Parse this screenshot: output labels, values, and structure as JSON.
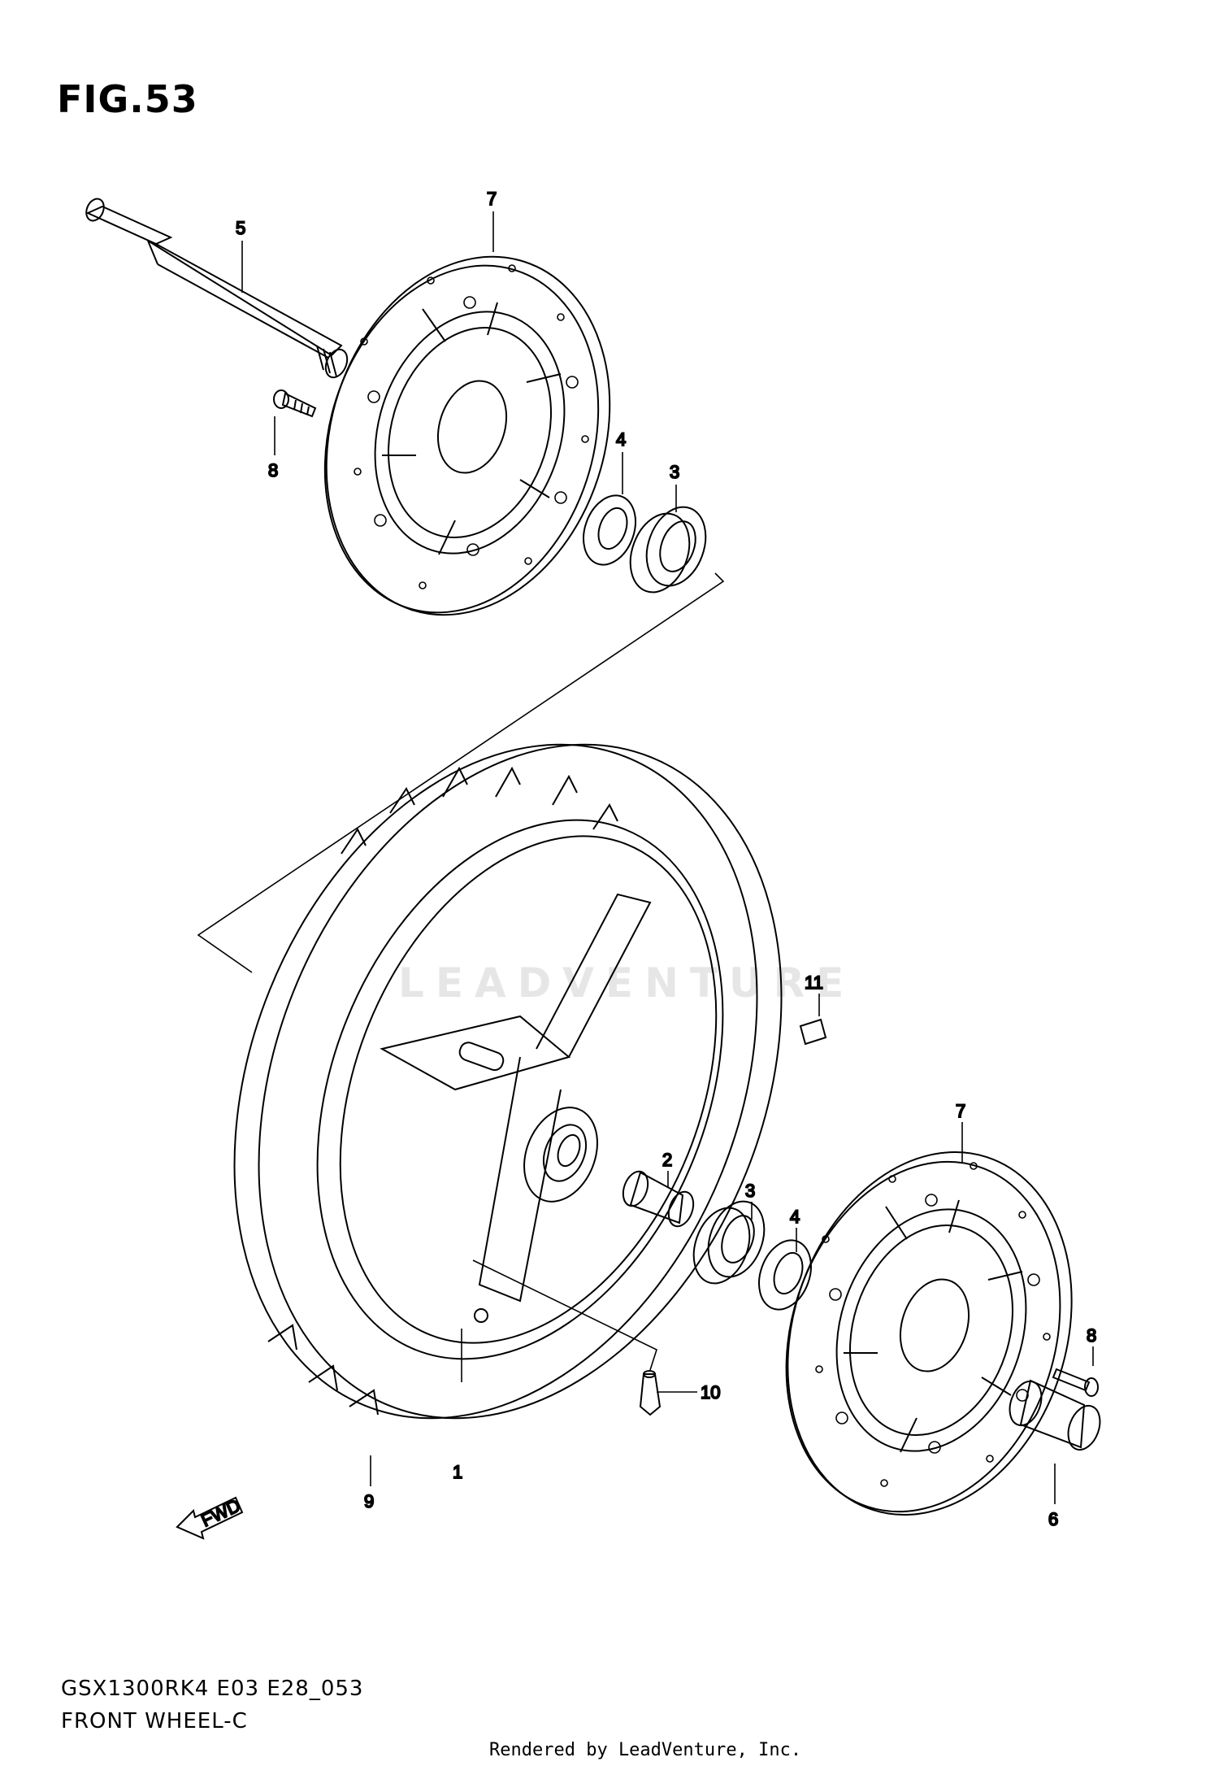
{
  "figure": {
    "title": "FIG.53"
  },
  "watermark": "LEADVENTURE",
  "model_code": "GSX1300RK4 E03 E28_053",
  "section_title": "FRONT WHEEL-C",
  "credit": "Rendered by LeadVenture, Inc.",
  "fwd_label": "FWD",
  "callouts": [
    "1",
    "2",
    "3",
    "3",
    "4",
    "4",
    "5",
    "6",
    "7",
    "7",
    "8",
    "8",
    "9",
    "10",
    "11"
  ]
}
